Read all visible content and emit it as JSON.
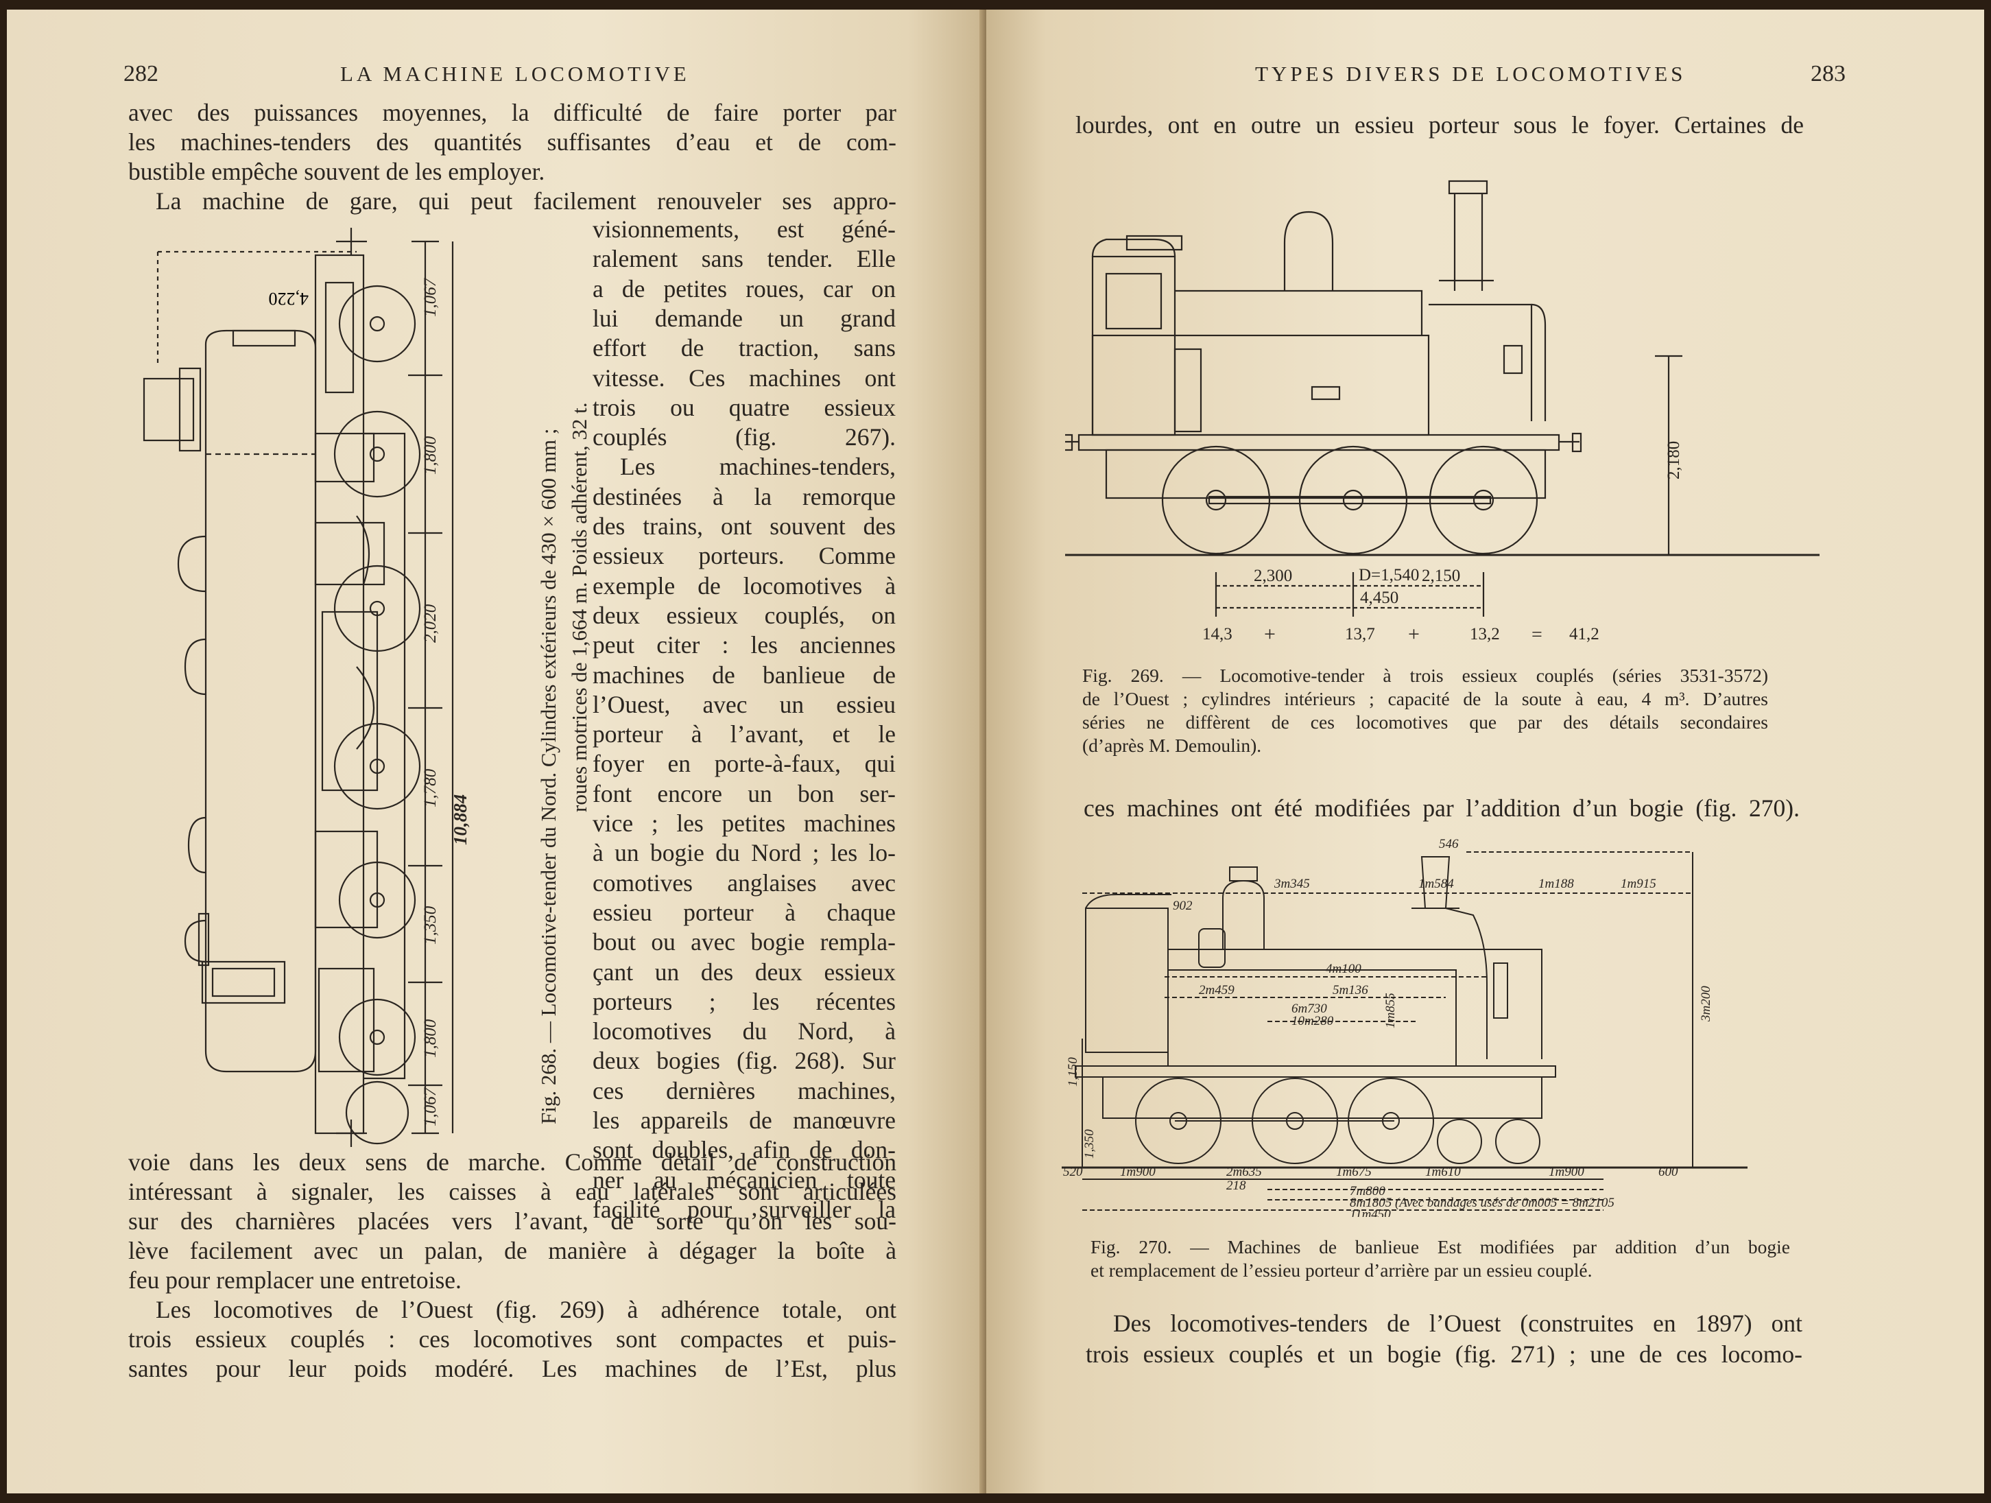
{
  "left_page": {
    "folio": "282",
    "running_head": "LA MACHINE LOCOMOTIVE",
    "top_lines": [
      "avec des puissances moyennes, la difficulté de faire porter par",
      "les machines-tenders des quantités suffisantes d’eau et de com-",
      "bustible empêche souvent de les employer.",
      "La machine de gare, qui peut facilement renouveler ses appro-"
    ],
    "column_lines": [
      "visionnements, est géné-",
      "ralement sans tender. Elle",
      "a de petites roues, car on",
      "lui demande un grand",
      "effort de traction, sans",
      "vitesse. Ces machines ont",
      "trois ou quatre essieux",
      "couplés (fig. 267).",
      "Les machines-tenders,",
      "destinées à la remorque",
      "des trains, ont souvent des",
      "essieux porteurs. Comme",
      "exemple de locomotives à",
      "deux essieux couplés, on",
      "peut citer : les anciennes",
      "machines de banlieue de",
      "l’Ouest, avec un essieu",
      "porteur à l’avant, et le",
      "foyer en porte-à-faux, qui",
      "font encore un bon ser-",
      "vice ; les petites machines",
      "à un bogie du Nord ; les lo-",
      "comotives anglaises avec",
      "essieu porteur à chaque",
      "bout ou avec bogie rempla-",
      "çant un des deux essieux",
      "porteurs ; les récentes",
      "locomotives du Nord, à",
      "deux bogies (fig. 268). Sur",
      "ces dernières machines,",
      "les appareils de manœuvre",
      "sont doubles, afin de don-",
      "ner au mécanicien toute",
      "facilité pour surveiller la"
    ],
    "bottom_lines": [
      "voie dans les deux sens de marche. Comme détail de construction",
      "intéressant à signaler, les caisses à eau latérales sont articulées",
      "sur des charnières placées vers l’avant, de sorte qu’on les sou-",
      "lève facilement avec un palan, de manière à dégager la boîte à",
      "feu pour remplacer une entretoise.",
      "Les locomotives de l’Ouest (fig. 269) à adhérence totale, ont",
      "trois essieux couplés : ces locomotives sont compactes et puis-",
      "santes pour leur poids modéré. Les machines de l’Est, plus"
    ],
    "fig268": {
      "caption_line1": "Fig. 268. — Locomotive-tender du Nord. Cylindres extérieurs de 430 × 600 mm ;",
      "caption_line2": "roues motrices de 1,664 m. Poids adhérent, 32 t.",
      "dim_height": "4,220",
      "dim_segments": [
        "1,067",
        "1,800",
        "2,020",
        "1,780",
        "1,350",
        "1,800",
        "1,067"
      ],
      "dim_total": "10,884"
    }
  },
  "right_page": {
    "folio": "283",
    "running_head": "TYPES DIVERS DE LOCOMOTIVES",
    "line_top": "lourdes, ont en outre un essieu porteur sous le foyer. Certaines de",
    "fig269": {
      "caption": [
        "Fig. 269. — Locomotive-tender à trois essieux couplés (séries 3531-3572)",
        "de l’Ouest ; cylindres intérieurs ; capacité de la soute à eau, 4 m³. D’autres",
        "séries ne diffèrent de ces locomotives que par des détails secondaires",
        "(d’après M. Demoulin)."
      ],
      "dims": {
        "height": "2,180",
        "d1": "2,300",
        "d2": "D=1,540",
        "d3": "2,150",
        "total": "4,450",
        "w1": "14,3",
        "w2": "13,7",
        "w3": "13,2",
        "wtotal": "41,2",
        "plus": "+",
        "eq": "="
      }
    },
    "line_mid": "ces machines ont été modifiées par l’addition d’un bogie (fig. 270).",
    "fig270": {
      "caption": [
        "Fig. 270. — Machines de banlieue Est modifiées par addition d’un bogie",
        "et remplacement de l’essieu porteur d’arrière par un essieu couplé."
      ],
      "dims_top": [
        "546",
        "3m345",
        "1m584",
        "1m188",
        "1m915",
        "902"
      ],
      "dims_mid": [
        "4m100",
        "2m459",
        "5m136",
        "1m855",
        "6m730",
        "10m280",
        "3m200"
      ],
      "dims_left": [
        "1,150",
        "1,350"
      ],
      "dims_bottom": [
        "520",
        "1m900",
        "2m635",
        "1m675",
        "1m610",
        "1m900",
        "600",
        "218"
      ],
      "dims_totals": [
        "7m800",
        "8m1805 (Avec bandages usés de 0m005 = 8m2105",
        "11m450"
      ]
    },
    "bottom_lines": [
      "Des locomotives-tenders de l’Ouest (construites en 1897) ont",
      "trois essieux couplés et un bogie (fig. 271) ; une de ces locomo-"
    ]
  }
}
